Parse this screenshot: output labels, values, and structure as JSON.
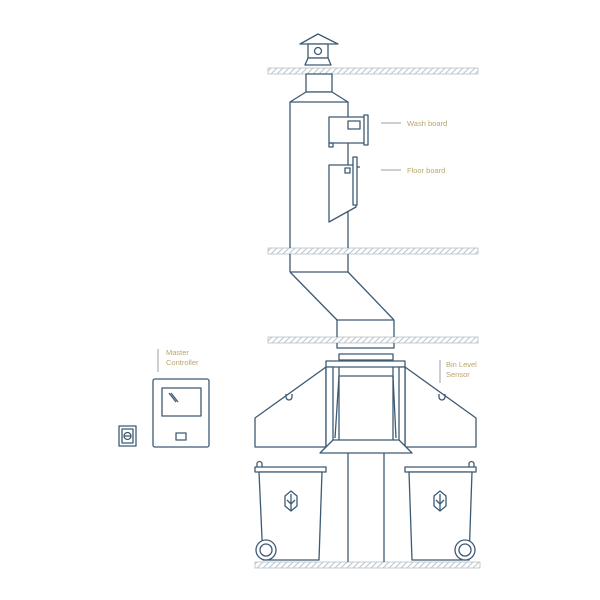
{
  "labels": {
    "wash_board": "Wash board",
    "floor_board": "Floor board",
    "master_controller_line1": "Master",
    "master_controller_line2": "Controller",
    "bin_level_sensor_line1": "Bin Level",
    "bin_level_sensor_line2": "Sensor"
  },
  "colors": {
    "line": "#3d5a74",
    "label": "#b8a56e",
    "floor": "#b8c0c8"
  }
}
